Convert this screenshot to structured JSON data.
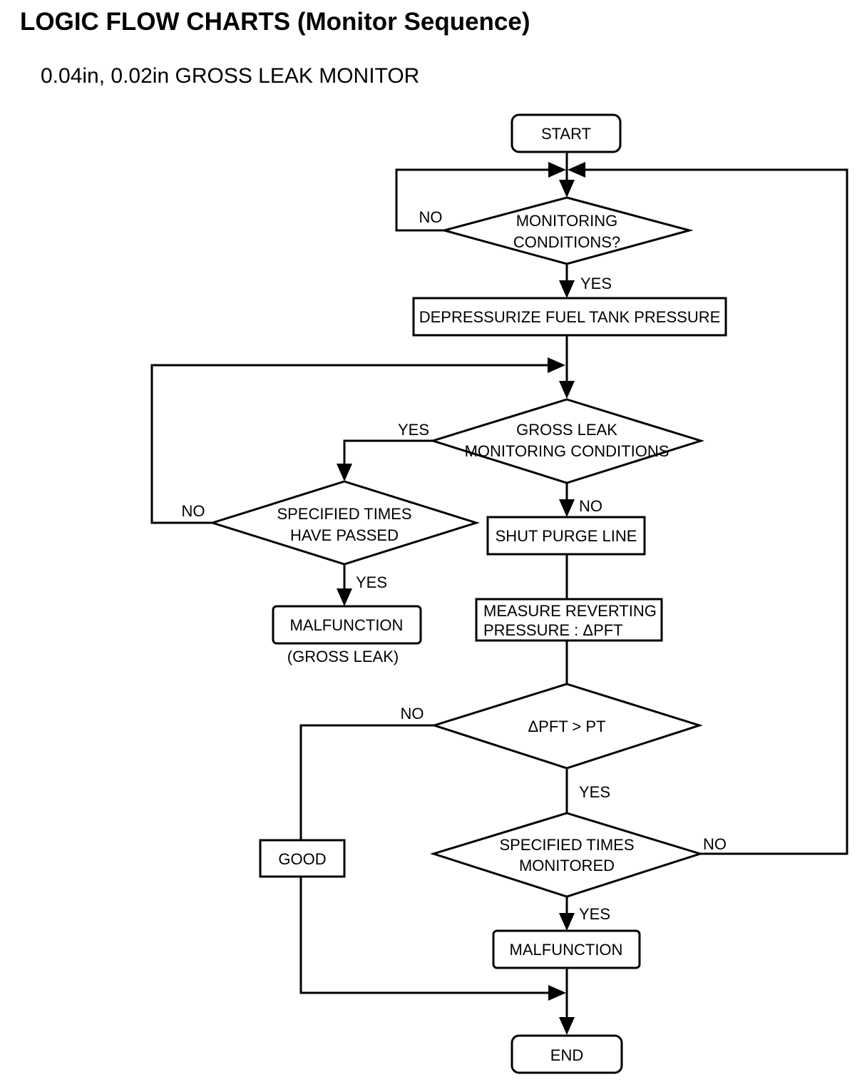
{
  "page": {
    "title": "LOGIC FLOW CHARTS (Monitor Sequence)",
    "subtitle": "0.04in, 0.02in GROSS LEAK MONITOR"
  },
  "colors": {
    "ink": "#000000",
    "background": "#ffffff"
  },
  "nodes": {
    "start": {
      "type": "terminal",
      "label": "START"
    },
    "monitoring_conditions": {
      "type": "decision",
      "line1": "MONITORING",
      "line2": "CONDITIONS?"
    },
    "depressurize": {
      "type": "process",
      "label": "DEPRESSURIZE FUEL TANK PRESSURE"
    },
    "gross_leak_conditions": {
      "type": "decision",
      "line1": "GROSS LEAK",
      "line2": "MONITORING CONDITIONS"
    },
    "specified_times_passed": {
      "type": "decision",
      "line1": "SPECIFIED TIMES",
      "line2": "HAVE PASSED"
    },
    "malfunction_gross_leak": {
      "type": "process",
      "label": "MALFUNCTION",
      "caption": "(GROSS LEAK)"
    },
    "shut_purge_line": {
      "type": "process",
      "label": "SHUT PURGE LINE"
    },
    "measure_reverting": {
      "type": "process",
      "line1": "MEASURE REVERTING",
      "line2": "PRESSURE : ΔPFT"
    },
    "dpft_gt_pt": {
      "type": "decision",
      "label": "ΔPFT > PT"
    },
    "specified_times_monitored": {
      "type": "decision",
      "line1": "SPECIFIED TIMES",
      "line2": "MONITORED"
    },
    "good": {
      "type": "process",
      "label": "GOOD"
    },
    "malfunction": {
      "type": "process",
      "label": "MALFUNCTION"
    },
    "end": {
      "type": "terminal",
      "label": "END"
    }
  },
  "edge_labels": {
    "monitoring_no": "NO",
    "monitoring_yes": "YES",
    "gross_leak_yes": "YES",
    "gross_leak_no": "NO",
    "times_passed_no": "NO",
    "times_passed_yes": "YES",
    "dpft_no": "NO",
    "dpft_yes": "YES",
    "monitored_no": "NO",
    "monitored_yes": "YES"
  }
}
